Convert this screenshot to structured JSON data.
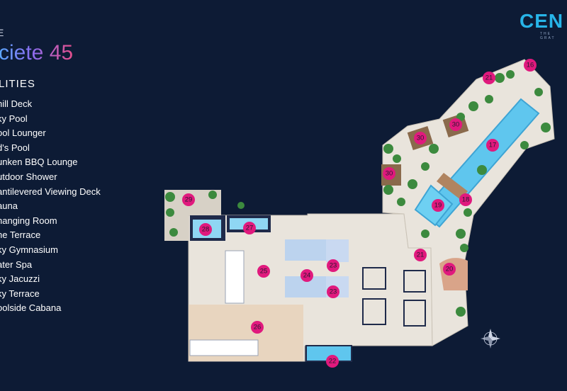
{
  "header": {
    "floor_label": "E",
    "title": "ciete 45"
  },
  "logo": {
    "text": "CEN",
    "tagline": "THE GRAT"
  },
  "facilities": {
    "heading": "LITIES",
    "items": [
      "hill Deck",
      "ky Pool",
      "ool Lounger",
      "d's Pool",
      "unken BBQ Lounge",
      "utdoor Shower",
      "antilevered Viewing Deck",
      "auna",
      "hanging Room",
      "ne Terrace",
      "ky Gymnasium",
      "ater Spa",
      "ky Jacuzzi",
      "ky Terrace",
      "oolside Cabana"
    ]
  },
  "map": {
    "pin_color": "#e0197d",
    "pins": [
      {
        "label": "16"
      },
      {
        "label": "21"
      },
      {
        "label": "17"
      },
      {
        "label": "30"
      },
      {
        "label": "30"
      },
      {
        "label": "30"
      },
      {
        "label": "18"
      },
      {
        "label": "19"
      },
      {
        "label": "29"
      },
      {
        "label": "28"
      },
      {
        "label": "27"
      },
      {
        "label": "25"
      },
      {
        "label": "24"
      },
      {
        "label": "23"
      },
      {
        "label": "23"
      },
      {
        "label": "21"
      },
      {
        "label": "20"
      },
      {
        "label": "26"
      },
      {
        "label": "22"
      }
    ],
    "compass_icon": "compass-rose-icon"
  },
  "colors": {
    "background": "#0d1b35",
    "pool": "#5fc6ee",
    "deck": "#e9e4dc",
    "greenery": "#3c8a3e",
    "pin": "#e0197d"
  }
}
